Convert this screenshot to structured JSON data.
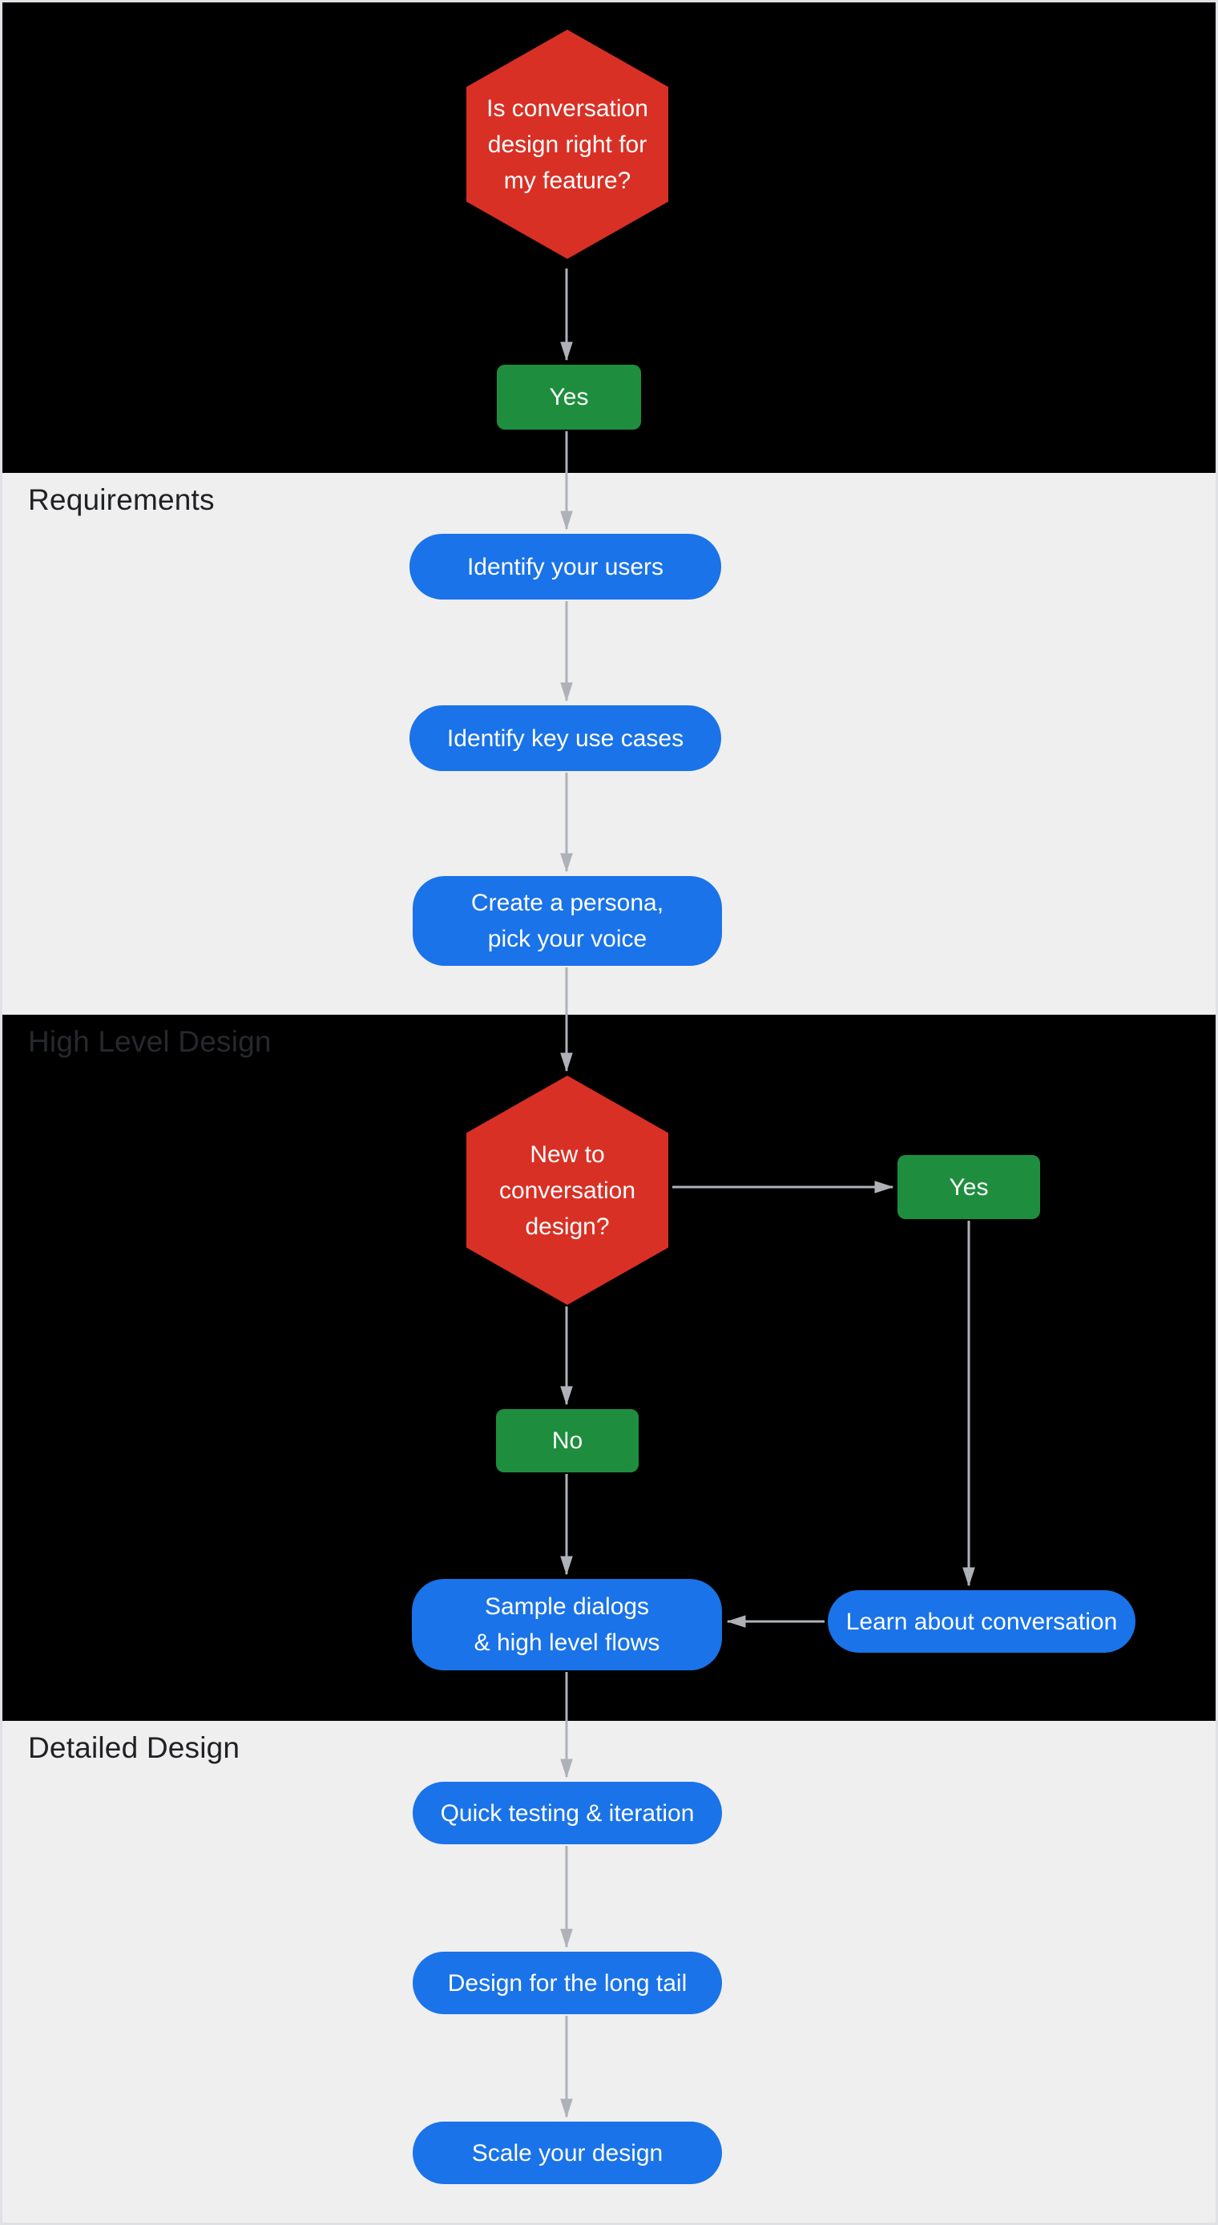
{
  "colors": {
    "red": "#d93025",
    "green": "#1e8e3e",
    "blue": "#1a73e8",
    "arrow": "#aeb2b7",
    "section-dark": "#000000",
    "section-light": "#efeff0",
    "label-dark": "#202124",
    "label-on-dark": "#26282d",
    "node-text": "#ffffff"
  },
  "sections": {
    "requirements": {
      "label": "Requirements"
    },
    "high_level_design": {
      "label": "High Level Design"
    },
    "detailed_design": {
      "label": "Detailed Design"
    }
  },
  "nodes": {
    "q_right_for_feature": {
      "lines": [
        "Is conversation",
        "design right for",
        "my feature?"
      ]
    },
    "yes_1": {
      "label": "Yes"
    },
    "identify_users": {
      "label": "Identify your users"
    },
    "identify_use_cases": {
      "label": "Identify key use cases"
    },
    "create_persona": {
      "lines": [
        "Create a persona,",
        "pick your voice"
      ]
    },
    "q_new_to_design": {
      "lines": [
        "New to",
        "conversation",
        "design?"
      ]
    },
    "yes_2": {
      "label": "Yes"
    },
    "no": {
      "label": "No"
    },
    "sample_dialogs": {
      "lines": [
        "Sample dialogs",
        "& high level flows"
      ]
    },
    "learn_conversation": {
      "label": "Learn about conversation"
    },
    "quick_testing": {
      "label": "Quick testing & iteration"
    },
    "long_tail": {
      "label": "Design for the long tail"
    },
    "scale_design": {
      "label": "Scale your design"
    }
  }
}
